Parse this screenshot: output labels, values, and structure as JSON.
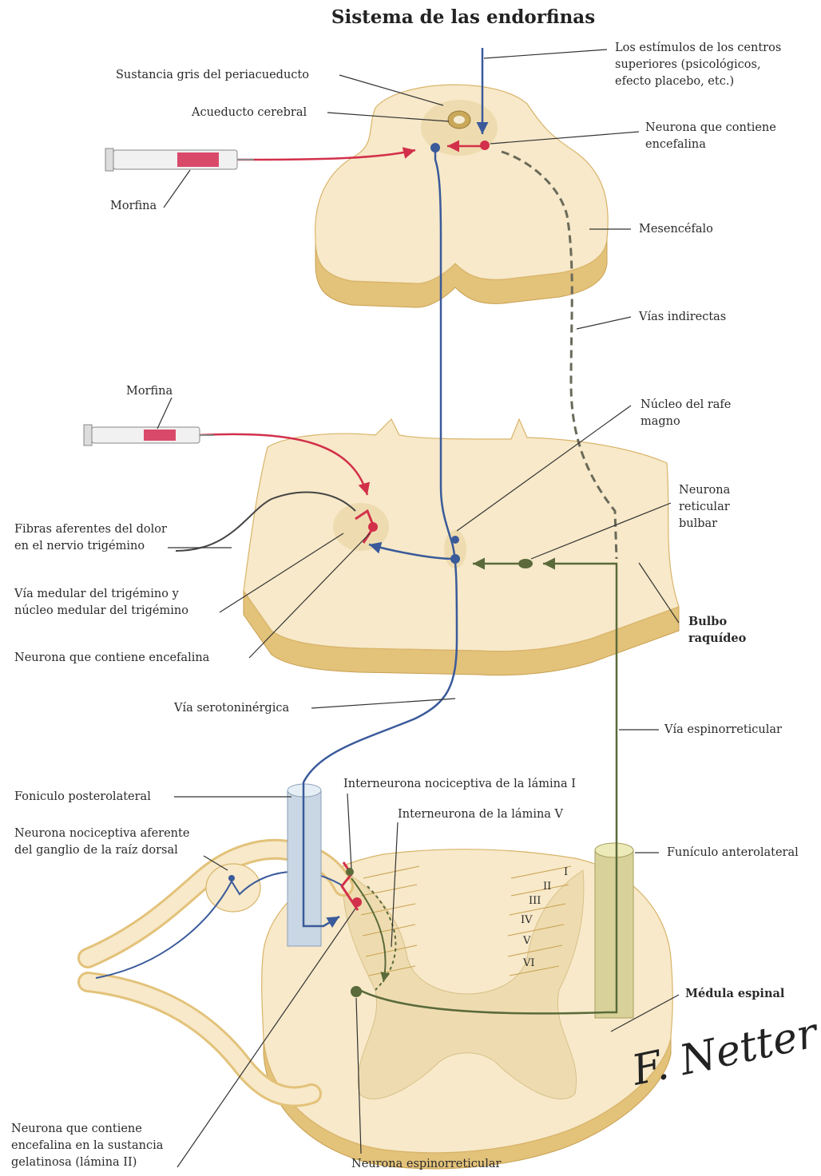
{
  "title": "Sistema de las endorfinas",
  "signature": "F. Netter",
  "labels": {
    "sustancia_gris": "Sustancia gris del periacueducto",
    "acueducto": "Acueducto cerebral",
    "morfina_1": "Morfina",
    "estimulos": "Los estímulos de los centros\nsuperiores (psicológicos,\nefecto placebo, etc.)",
    "neurona_encefalina_top": "Neurona que contiene\nencefalina",
    "mesencefalo": "Mesencéfalo",
    "vias_indirectas": "Vías indirectas",
    "morfina_2": "Morfina",
    "nucleo_rafe": "Núcleo del rafe\nmagno",
    "neurona_reticular": "Neurona\nreticular\nbulbar",
    "fibras_aferentes": "Fibras aferentes del dolor\nen el nervio trigémino",
    "via_medular": "Vía medular del trigémino y\nnúcleo medular del trigémino",
    "bulbo": "Bulbo\nraquídeo",
    "neurona_encefalina_mid": "Neurona que contiene encefalina",
    "via_serotoninergica": "Vía serotoninérgica",
    "via_espinorreticular": "Vía espinorreticular",
    "foniculo_posterolateral": "Foniculo posterolateral",
    "interneurona_I": "Interneurona nociceptiva de la lámina I",
    "interneurona_V": "Interneurona de la lámina V",
    "neurona_nociceptiva": "Neurona nociceptiva aferente\ndel ganglio de la raíz dorsal",
    "funiculo_anterolateral": "Funículo anterolateral",
    "medula_espinal": "Médula espinal",
    "neurona_encefalina_bottom": "Neurona que contiene\nencefalina en la sustancia\ngelatinosa (lámina II)",
    "neurona_espinorreticular": "Neurona espinorreticular"
  },
  "laminae": [
    "I",
    "II",
    "III",
    "IV",
    "V",
    "VI"
  ],
  "colors": {
    "tissue": "#f7e9c9",
    "tissue_edge": "#d9b46a",
    "side": "#e3c27a",
    "blue_path": "#3a5a9a",
    "red_path": "#d2304a",
    "green_path": "#5a6a3a",
    "gray_matter": "#eedcb0"
  }
}
